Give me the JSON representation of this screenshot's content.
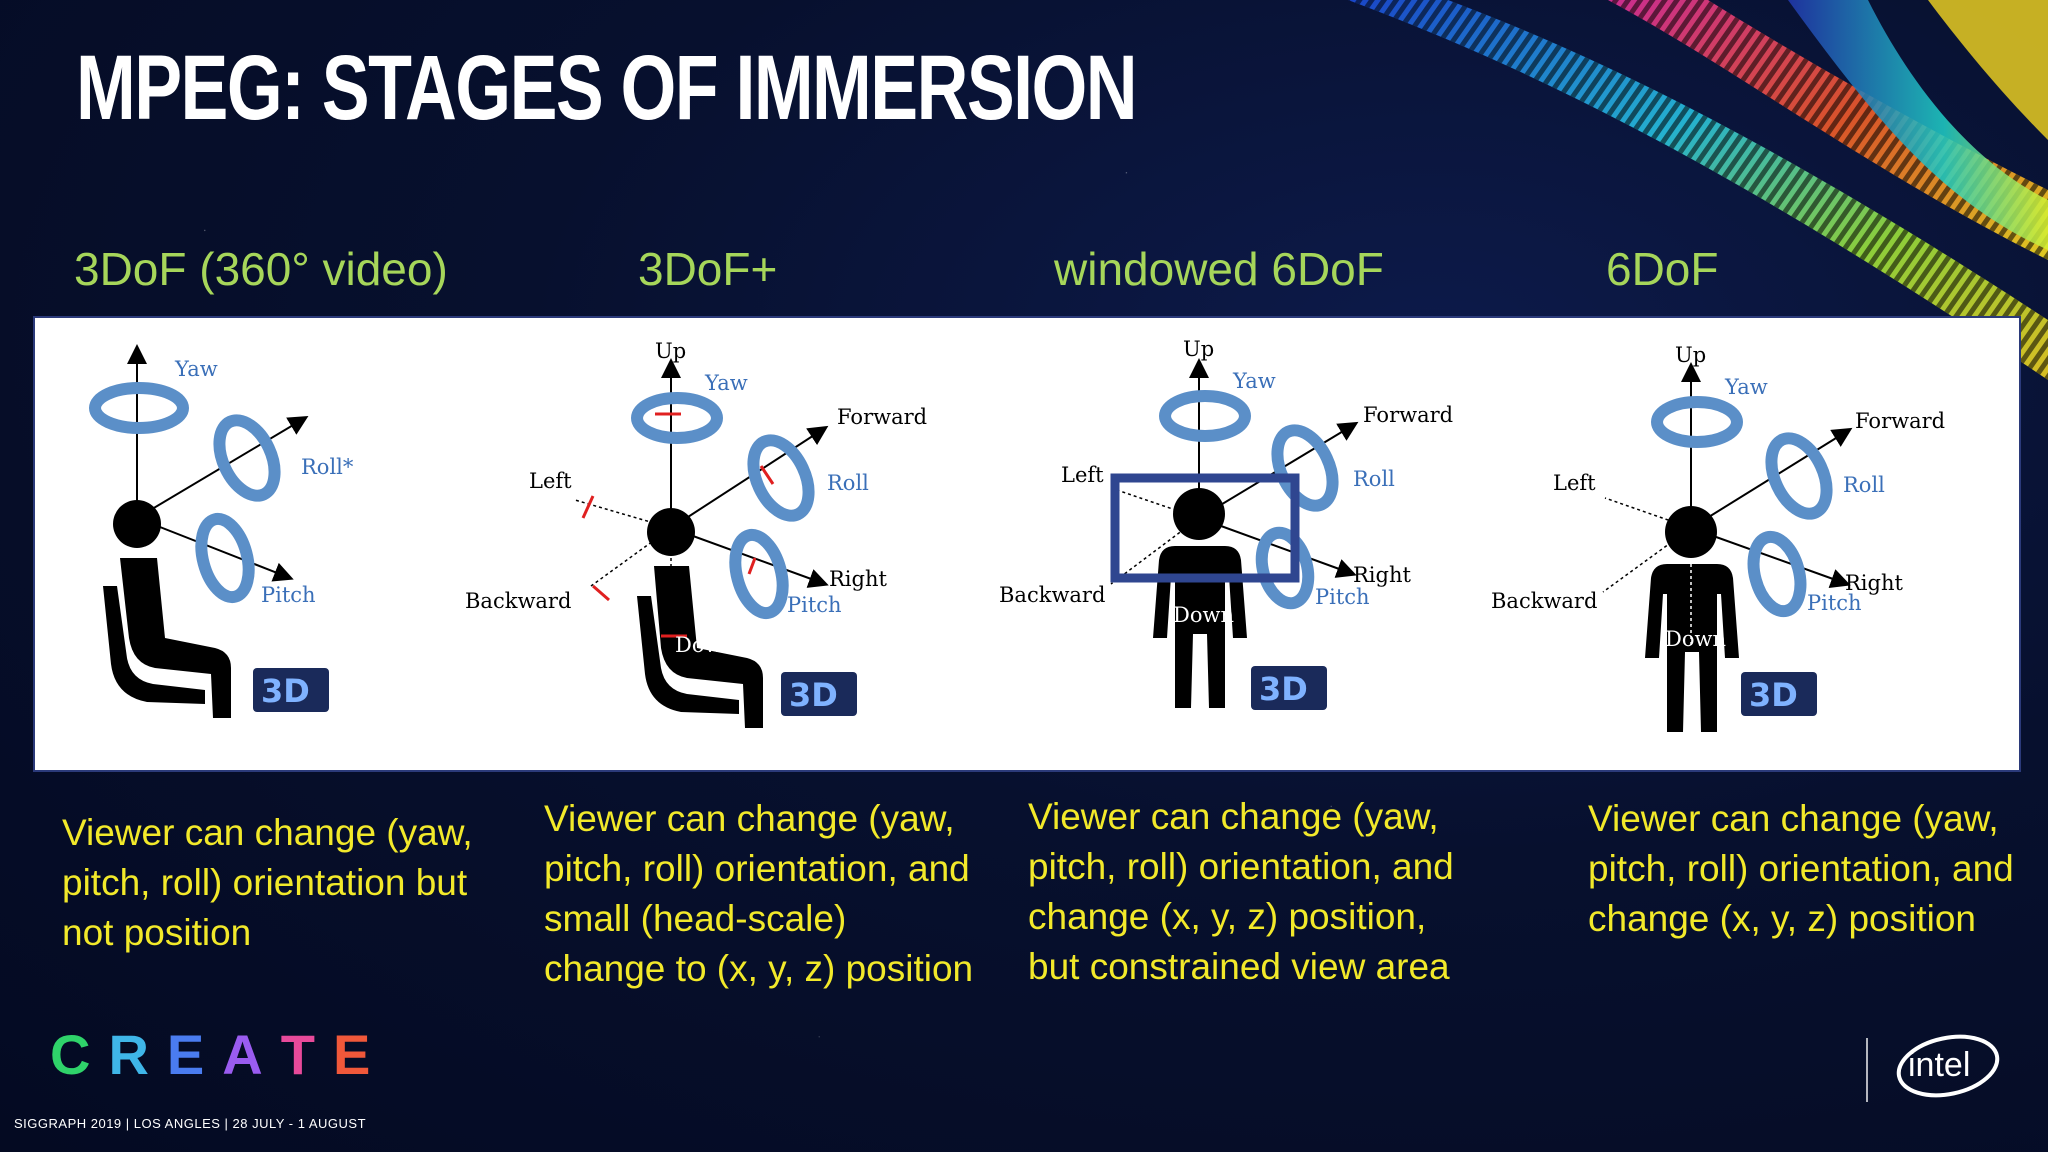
{
  "slide": {
    "title": "MPEG: STAGES OF IMMERSION"
  },
  "stages": [
    {
      "heading": "3DoF  (360° video)",
      "labels": {
        "yaw": "Yaw",
        "roll": "Roll*",
        "pitch": "Pitch"
      },
      "description": "Viewer can change (yaw, pitch, roll) orientation but not position"
    },
    {
      "heading": "3DoF+",
      "labels": {
        "up": "Up",
        "yaw": "Yaw",
        "forward": "Forward",
        "left": "Left",
        "roll": "Roll",
        "right": "Right",
        "backward": "Backward",
        "pitch": "Pitch",
        "down": "Down"
      },
      "description": "Viewer can change (yaw, pitch, roll) orientation, and small (head-scale) change to (x, y, z) position"
    },
    {
      "heading": "windowed 6DoF",
      "labels": {
        "up": "Up",
        "yaw": "Yaw",
        "forward": "Forward",
        "left": "Left",
        "roll": "Roll",
        "right": "Right",
        "backward": "Backward",
        "pitch": "Pitch",
        "down": "Down"
      },
      "description": "Viewer can change  (yaw, pitch, roll) orientation, and change (x, y, z) position, but constrained view area"
    },
    {
      "heading": "6DoF",
      "labels": {
        "up": "Up",
        "yaw": "Yaw",
        "forward": "Forward",
        "left": "Left",
        "roll": "Roll",
        "right": "Right",
        "backward": "Backward",
        "pitch": "Pitch",
        "down": "Down"
      },
      "description": "Viewer can change  (yaw, pitch, roll) orientation, and change (x, y, z) position"
    }
  ],
  "badge_text": "3D",
  "branding": {
    "create_letters": [
      "C",
      "R",
      "E",
      "A",
      "T",
      "E"
    ],
    "create_colors": [
      "#2fd36a",
      "#3fb6e8",
      "#4a7cf0",
      "#9a5cf0",
      "#e84a9a",
      "#f0583a"
    ],
    "footer": "SIGGRAPH 2019 | LOS ANGLES | 28 JULY - 1 AUGUST",
    "logo_text": "intel"
  },
  "colors": {
    "heading": "#a6d65a",
    "description": "#f2e92a",
    "arrow_blue": "#5b8fc8",
    "window_frame": "#2f4690"
  }
}
